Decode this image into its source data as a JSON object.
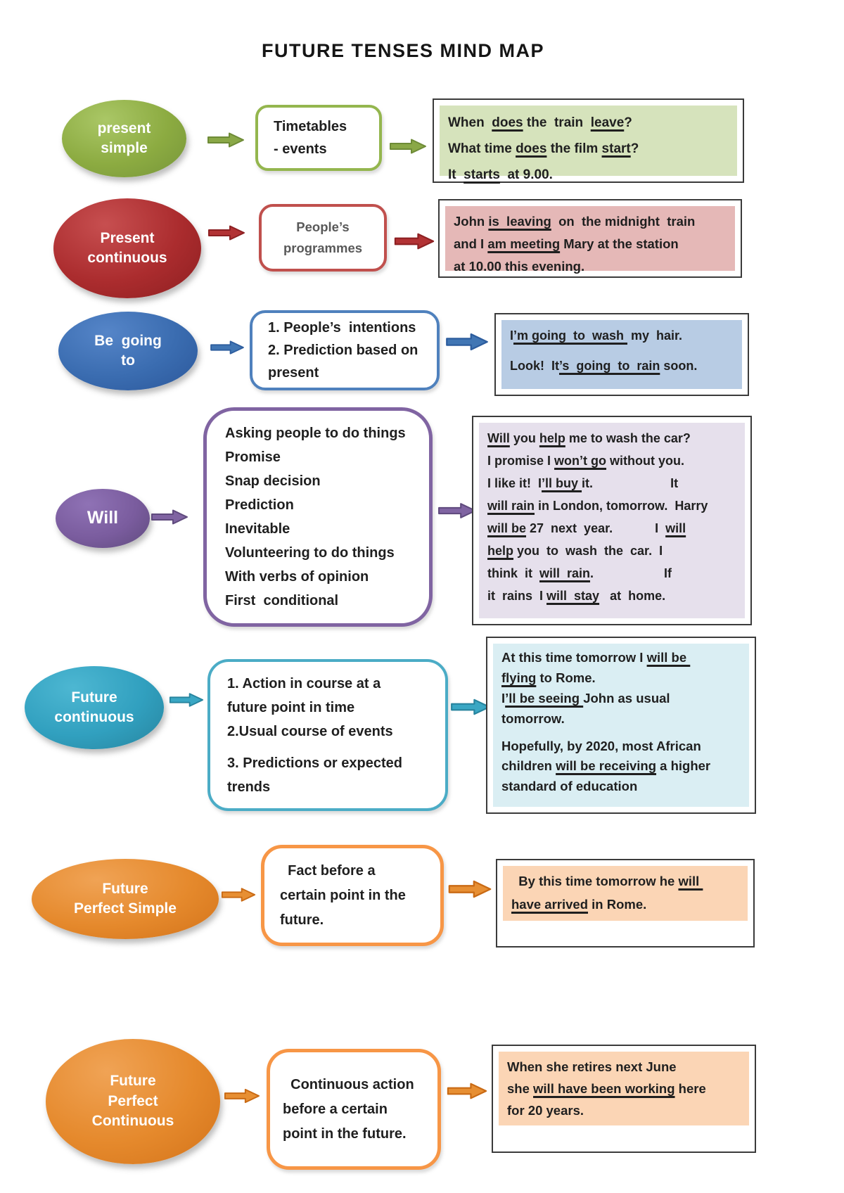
{
  "title": "FUTURE TENSES MIND MAP",
  "rows": [
    {
      "id": "present-simple",
      "colors": {
        "ellipse_light": "#aac766",
        "ellipse_main": "#8cab41",
        "ellipse_dark": "#76953a",
        "usage_border": "#94b64e",
        "arrow_fill": "#8aa847",
        "arrow_stroke": "#6e8b37",
        "ex_fill": "#d6e3bc"
      },
      "ellipse_lines": [
        "present",
        "simple"
      ],
      "usage_lines": [
        "Timetables",
        "- events"
      ],
      "example_lines": [
        [
          {
            "t": "When  "
          },
          {
            "t": "does",
            "u": 1
          },
          {
            "t": " the  train  "
          },
          {
            "t": "leave",
            "u": 1
          },
          {
            "t": "?"
          }
        ],
        [
          {
            "t": "What time "
          },
          {
            "t": "does",
            "u": 1
          },
          {
            "t": " the film "
          },
          {
            "t": "start",
            "u": 1
          },
          {
            "t": "?"
          }
        ],
        [
          {
            "t": "It  "
          },
          {
            "t": "starts",
            "u": 1
          },
          {
            "t": "  at 9.00."
          }
        ]
      ]
    },
    {
      "id": "present-continuous",
      "colors": {
        "ellipse_light": "#c74f50",
        "ellipse_main": "#ab2c2e",
        "ellipse_dark": "#8d1f21",
        "usage_border": "#c0504d",
        "usage_text": "#595959",
        "arrow_fill": "#b23234",
        "arrow_stroke": "#8d2022",
        "ex_fill": "#e5b8b7"
      },
      "ellipse_lines": [
        "Present",
        "continuous"
      ],
      "usage_lines": [
        "People’s",
        "programmes"
      ],
      "example_lines": [
        [
          {
            "t": "John "
          },
          {
            "t": "is  leaving",
            "u": 1
          },
          {
            "t": "  on  the midnight  train"
          }
        ],
        [
          {
            "t": "and I "
          },
          {
            "t": "am meeting",
            "u": 1
          },
          {
            "t": " Mary at the station"
          }
        ],
        [
          {
            "t": "at 10.00 this evening."
          }
        ]
      ]
    },
    {
      "id": "be-going-to",
      "colors": {
        "ellipse_light": "#5585c8",
        "ellipse_main": "#3a6cb0",
        "ellipse_dark": "#2b579a",
        "usage_border": "#4f81bd",
        "arrow_fill": "#4176b4",
        "arrow_stroke": "#2d5d9e",
        "ex_fill": "#b8cce4"
      },
      "ellipse_lines": [
        "Be  going",
        "to"
      ],
      "usage_lines": [
        "1. People’s  intentions",
        "2. Prediction based on",
        "present"
      ],
      "example_lines": [
        [
          {
            "t": "I"
          },
          {
            "t": "’m going  to  wash ",
            "u": 1
          },
          {
            "t": " my  hair."
          }
        ],
        [],
        [
          {
            "t": "Look!  It"
          },
          {
            "t": "’s  going  to  rain",
            "u": 1
          },
          {
            "t": " soon."
          }
        ]
      ]
    },
    {
      "id": "will",
      "colors": {
        "ellipse_light": "#8f72b5",
        "ellipse_main": "#7a5c9e",
        "ellipse_dark": "#5f4a7d",
        "usage_border": "#8064a2",
        "arrow_fill": "#8064a2",
        "arrow_stroke": "#5f4a7d",
        "ex_fill": "#e6e0ec"
      },
      "ellipse_lines": [
        "Will"
      ],
      "usage_lines": [
        "Asking people to do things",
        "Promise",
        "Snap decision",
        "Prediction",
        "Inevitable",
        "Volunteering to do things",
        "With verbs of opinion",
        "First  conditional"
      ],
      "example_lines": [
        [
          {
            "t": "Will",
            "u": 1
          },
          {
            "t": " you "
          },
          {
            "t": "help",
            "u": 1
          },
          {
            "t": " me to wash the car?"
          }
        ],
        [
          {
            "t": "I promise I "
          },
          {
            "t": "won’t go",
            "u": 1
          },
          {
            "t": " without you."
          }
        ],
        [
          {
            "t": "I like it!  I"
          },
          {
            "t": "’ll buy ",
            "u": 1
          },
          {
            "t": "it.                      It"
          }
        ],
        [
          {
            "t": "will rain",
            "u": 1
          },
          {
            "t": " in London, tomorrow.  Harry"
          }
        ],
        [
          {
            "t": "will be",
            "u": 1
          },
          {
            "t": " 27  next  year.            I  "
          },
          {
            "t": "will",
            "u": 1
          }
        ],
        [
          {
            "t": "help",
            "u": 1
          },
          {
            "t": " you  to  wash  the  car.  I"
          }
        ],
        [
          {
            "t": "think  it  "
          },
          {
            "t": "will  rain",
            "u": 1
          },
          {
            "t": ".                    If"
          }
        ],
        [
          {
            "t": "it  rains  I "
          },
          {
            "t": "will  stay",
            "u": 1
          },
          {
            "t": "   at  home."
          }
        ]
      ]
    },
    {
      "id": "future-continuous",
      "colors": {
        "ellipse_light": "#4db7d2",
        "ellipse_main": "#31a0bf",
        "ellipse_dark": "#27849e",
        "usage_border": "#4bacc6",
        "arrow_fill": "#3aa7c4",
        "arrow_stroke": "#27849e",
        "ex_fill": "#daeef3"
      },
      "ellipse_lines": [
        "Future",
        "continuous"
      ],
      "usage_lines": [
        "1. Action in course at a",
        "future point in time",
        "2.Usual course of events",
        "",
        "3. Predictions or expected",
        "trends"
      ],
      "example_lines": [
        [
          {
            "t": "At this time tomorrow I "
          },
          {
            "t": "will be ",
            "u": 1
          }
        ],
        [
          {
            "t": "flying",
            "u": 1
          },
          {
            "t": " to Rome."
          }
        ],
        [
          {
            "t": "I"
          },
          {
            "t": "’ll be seeing ",
            "u": 1
          },
          {
            "t": "John as usual"
          }
        ],
        [
          {
            "t": "tomorrow."
          }
        ],
        [],
        [
          {
            "t": "Hopefully, by 2020, most African"
          }
        ],
        [
          {
            "t": "children "
          },
          {
            "t": "will be receiving",
            "u": 1
          },
          {
            "t": " a higher"
          }
        ],
        [
          {
            "t": "standard of education"
          }
        ]
      ]
    },
    {
      "id": "future-perfect-simple",
      "colors": {
        "ellipse_light": "#f0a355",
        "ellipse_main": "#e5892c",
        "ellipse_dark": "#d3731a",
        "usage_border": "#f79646",
        "arrow_fill": "#e78f33",
        "arrow_stroke": "#c96a14",
        "ex_fill": "#fbd5b5"
      },
      "ellipse_lines": [
        "Future",
        "Perfect Simple"
      ],
      "usage_lines": [
        "  Fact before a",
        "certain point in the",
        "future."
      ],
      "example_lines": [
        [
          {
            "t": "  By this time tomorrow he "
          },
          {
            "t": "will ",
            "u": 1
          }
        ],
        [
          {
            "t": "have arrived",
            "u": 1
          },
          {
            "t": " in Rome."
          }
        ]
      ]
    },
    {
      "id": "future-perfect-continuous",
      "colors": {
        "ellipse_light": "#f0a355",
        "ellipse_main": "#e5892c",
        "ellipse_dark": "#d3731a",
        "usage_border": "#f79646",
        "arrow_fill": "#e78f33",
        "arrow_stroke": "#c96a14",
        "ex_fill": "#fbd5b5"
      },
      "ellipse_lines": [
        "Future",
        "Perfect",
        "Continuous"
      ],
      "usage_lines": [
        "  Continuous action",
        "before a certain",
        "point in the future."
      ],
      "example_lines": [
        [
          {
            "t": "When she retires next June"
          }
        ],
        [
          {
            "t": "she "
          },
          {
            "t": "will have been working",
            "u": 1
          },
          {
            "t": " here"
          }
        ],
        [
          {
            "t": "for 20 years."
          }
        ]
      ]
    }
  ]
}
